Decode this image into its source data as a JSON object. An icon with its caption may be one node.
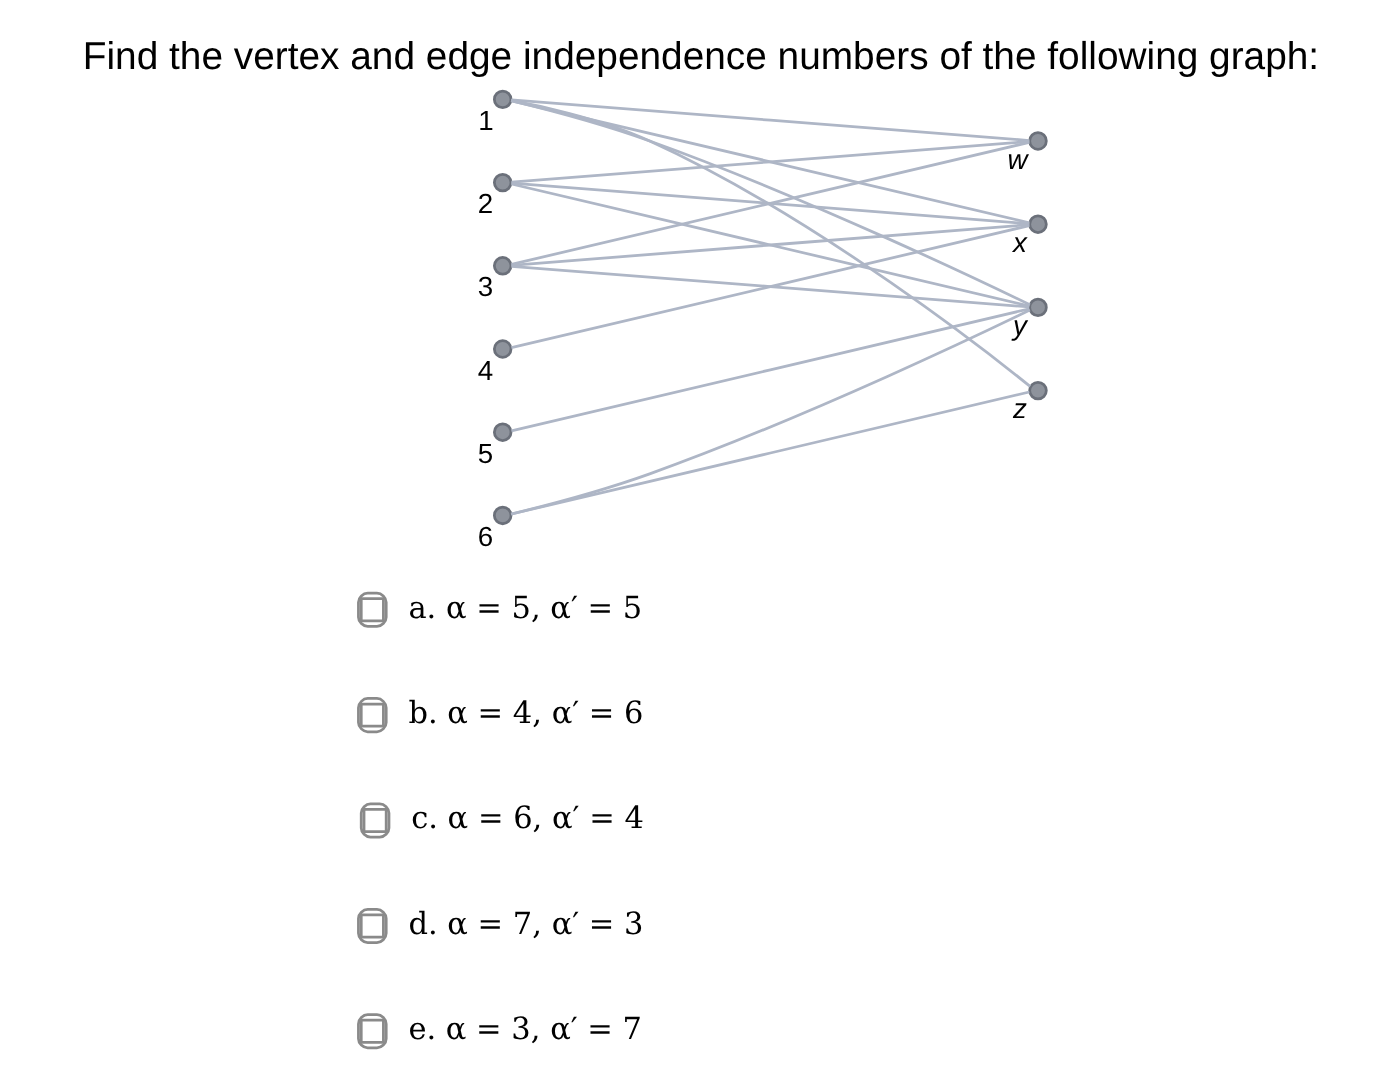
{
  "diagram": {
    "title": "Find the vertex and edge independence numbers of the following graph:",
    "nodes": [
      {
        "text": [],
        "shape": "circle",
        "beside": [
          "1"
        ]
      },
      {
        "text": [],
        "shape": "circle",
        "beside": [
          "2"
        ]
      },
      {
        "text": [],
        "shape": "circle",
        "beside": [
          "3"
        ]
      },
      {
        "text": [],
        "shape": "circle",
        "beside": [
          "4"
        ]
      },
      {
        "text": [],
        "shape": "circle",
        "beside": [
          "5"
        ]
      },
      {
        "text": [],
        "shape": "circle",
        "beside": [
          "6"
        ]
      },
      {
        "text": [],
        "shape": "circle",
        "beside": [
          "w"
        ]
      },
      {
        "text": [],
        "shape": "circle",
        "beside": [
          "x"
        ]
      },
      {
        "text": [],
        "shape": "circle",
        "beside": [
          "y"
        ]
      },
      {
        "text": [],
        "shape": "circle",
        "beside": [
          "z"
        ]
      }
    ],
    "edges": [
      {
        "from": 0,
        "to": 6,
        "arrow": "none"
      },
      {
        "from": 0,
        "to": 7,
        "arrow": "none"
      },
      {
        "from": 0,
        "to": 8,
        "arrow": "none"
      },
      {
        "from": 0,
        "to": 9,
        "arrow": "none"
      },
      {
        "from": 1,
        "to": 6,
        "arrow": "none"
      },
      {
        "from": 1,
        "to": 7,
        "arrow": "none"
      },
      {
        "from": 1,
        "to": 8,
        "arrow": "none"
      },
      {
        "from": 2,
        "to": 6,
        "arrow": "none"
      },
      {
        "from": 2,
        "to": 7,
        "arrow": "none"
      },
      {
        "from": 2,
        "to": 8,
        "arrow": "none"
      },
      {
        "from": 3,
        "to": 7,
        "arrow": "none"
      },
      {
        "from": 4,
        "to": 8,
        "arrow": "none"
      },
      {
        "from": 5,
        "to": 8,
        "arrow": "none"
      },
      {
        "from": 5,
        "to": 9,
        "arrow": "none"
      }
    ],
    "labels": [
      "a. α = 5, α′ = 5",
      "b. α = 4, α′ = 6",
      "c. α = 6, α′ = 4",
      "d. α = 7, α′ = 3",
      "e. α = 3, α′ = 7"
    ]
  }
}
